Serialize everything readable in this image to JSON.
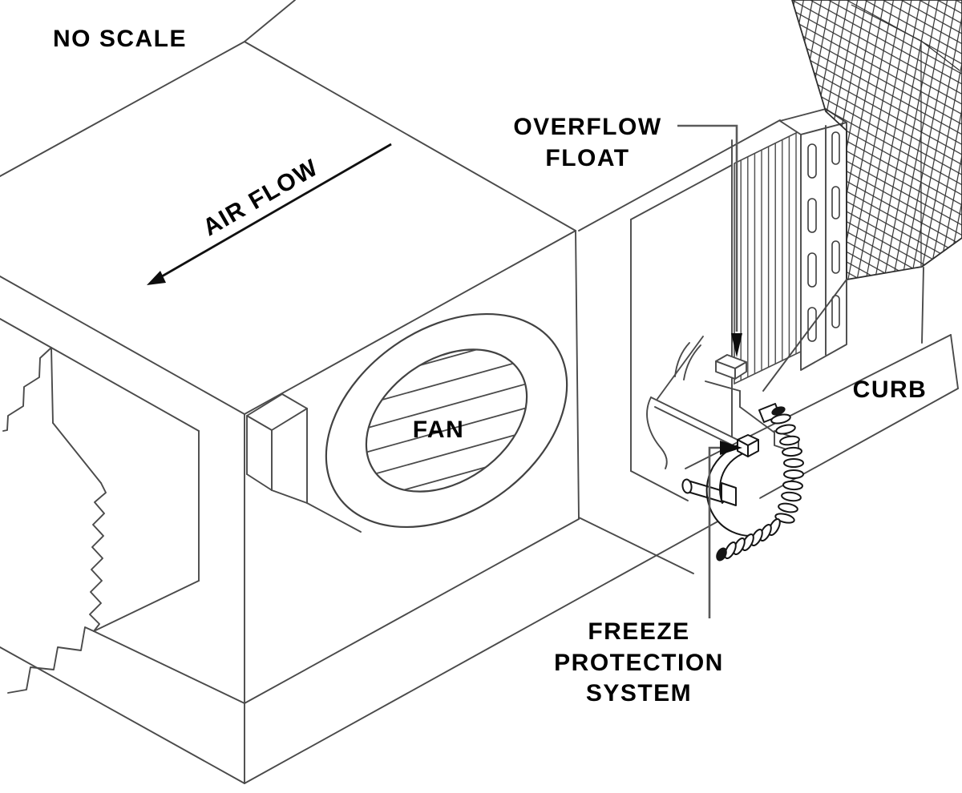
{
  "scale_note": "NO SCALE",
  "labels": {
    "air_flow": "AIR FLOW",
    "overflow_float": [
      "OVERFLOW",
      "FLOAT"
    ],
    "fan": "FAN",
    "curb": "CURB",
    "freeze_protection": [
      "FREEZE",
      "PROTECTION",
      "SYSTEM"
    ]
  },
  "colors": {
    "background": "#ffffff",
    "drawing_line": "#4a4a4a",
    "device_line": "#151515",
    "leader_line": "#5a5a5a",
    "label_text": "#000000"
  }
}
